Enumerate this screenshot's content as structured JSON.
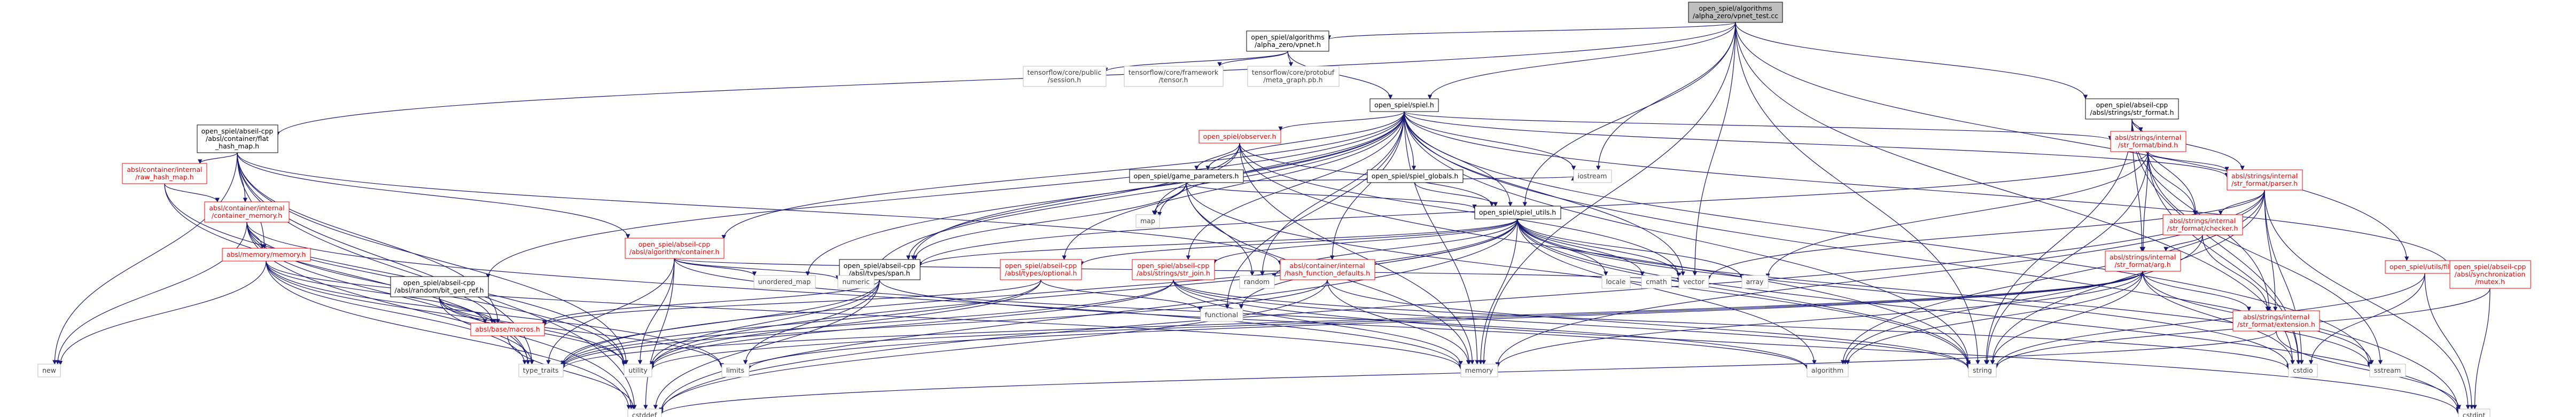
{
  "colors": {
    "edge": "#191970",
    "root_fill": "#bfbfbf",
    "root_border": "#000000",
    "node_fill": "#ffffff",
    "node_border": "#000000",
    "node_text": "#000000",
    "missing_border": "#ff0000",
    "missing_text": "#ff0000",
    "system_border": "#bfbfbf",
    "system_text": "#404040"
  },
  "nodes": [
    {
      "id": "root",
      "lines": [
        "open_spiel/algorithms",
        "/alpha_zero/vpnet_test.cc"
      ],
      "kind": "root",
      "interactable": false
    },
    {
      "id": "vpnet",
      "lines": [
        "open_spiel/algorithms",
        "/alpha_zero/vpnet.h"
      ],
      "kind": "node",
      "interactable": true
    },
    {
      "id": "tf_session",
      "lines": [
        "tensorflow/core/public",
        "/session.h"
      ],
      "kind": "system",
      "interactable": false
    },
    {
      "id": "tf_tensor",
      "lines": [
        "tensorflow/core/framework",
        "/tensor.h"
      ],
      "kind": "system",
      "interactable": false
    },
    {
      "id": "tf_metagraph",
      "lines": [
        "tensorflow/core/protobuf",
        "/meta_graph.pb.h"
      ],
      "kind": "system",
      "interactable": false
    },
    {
      "id": "spiel",
      "lines": [
        "open_spiel/spiel.h"
      ],
      "kind": "node",
      "interactable": true
    },
    {
      "id": "flat_hash_map",
      "lines": [
        "open_spiel/abseil-cpp",
        "/absl/container/flat",
        "_hash_map.h"
      ],
      "kind": "node",
      "interactable": true
    },
    {
      "id": "raw_hash_map",
      "lines": [
        "absl/container/internal",
        "/raw_hash_map.h"
      ],
      "kind": "missing",
      "interactable": false
    },
    {
      "id": "container_memory",
      "lines": [
        "absl/container/internal",
        "/container_memory.h"
      ],
      "kind": "missing",
      "interactable": false
    },
    {
      "id": "absl_memory",
      "lines": [
        "absl/memory/memory.h"
      ],
      "kind": "missing",
      "interactable": false
    },
    {
      "id": "algo_container",
      "lines": [
        "open_spiel/abseil-cpp",
        "/absl/algorithm/container.h"
      ],
      "kind": "missing",
      "interactable": false
    },
    {
      "id": "bit_gen_ref",
      "lines": [
        "open_spiel/abseil-cpp",
        "/absl/random/bit_gen_ref.h"
      ],
      "kind": "node",
      "interactable": true
    },
    {
      "id": "macros",
      "lines": [
        "absl/base/macros.h"
      ],
      "kind": "missing",
      "interactable": false
    },
    {
      "id": "observer",
      "lines": [
        "open_spiel/observer.h"
      ],
      "kind": "missing",
      "interactable": false
    },
    {
      "id": "game_parameters",
      "lines": [
        "open_spiel/game_parameters.h"
      ],
      "kind": "node",
      "interactable": true
    },
    {
      "id": "spiel_globals",
      "lines": [
        "open_spiel/spiel_globals.h"
      ],
      "kind": "node",
      "interactable": true
    },
    {
      "id": "spiel_utils",
      "lines": [
        "open_spiel/spiel_utils.h"
      ],
      "kind": "node",
      "interactable": true
    },
    {
      "id": "span",
      "lines": [
        "open_spiel/abseil-cpp",
        "/absl/types/span.h"
      ],
      "kind": "node",
      "interactable": true
    },
    {
      "id": "optional",
      "lines": [
        "open_spiel/abseil-cpp",
        "/absl/types/optional.h"
      ],
      "kind": "missing",
      "interactable": false
    },
    {
      "id": "str_join",
      "lines": [
        "open_spiel/abseil-cpp",
        "/absl/strings/str_join.h"
      ],
      "kind": "missing",
      "interactable": false
    },
    {
      "id": "hash_function_defaults",
      "lines": [
        "absl/container/internal",
        "/hash_function_defaults.h"
      ],
      "kind": "missing",
      "interactable": false
    },
    {
      "id": "str_format",
      "lines": [
        "open_spiel/abseil-cpp",
        "/absl/strings/str_format.h"
      ],
      "kind": "node",
      "interactable": true
    },
    {
      "id": "bind",
      "lines": [
        "absl/strings/internal",
        "/str_format/bind.h"
      ],
      "kind": "missing",
      "interactable": false
    },
    {
      "id": "parser",
      "lines": [
        "absl/strings/internal",
        "/str_format/parser.h"
      ],
      "kind": "missing",
      "interactable": false
    },
    {
      "id": "checker",
      "lines": [
        "absl/strings/internal",
        "/str_format/checker.h"
      ],
      "kind": "missing",
      "interactable": false
    },
    {
      "id": "arg",
      "lines": [
        "absl/strings/internal",
        "/str_format/arg.h"
      ],
      "kind": "missing",
      "interactable": false
    },
    {
      "id": "extension",
      "lines": [
        "absl/strings/internal",
        "/str_format/extension.h"
      ],
      "kind": "missing",
      "interactable": false
    },
    {
      "id": "file",
      "lines": [
        "open_spiel/utils/file.h"
      ],
      "kind": "missing",
      "interactable": false
    },
    {
      "id": "mutex",
      "lines": [
        "open_spiel/abseil-cpp",
        "/absl/synchronization",
        "/mutex.h"
      ],
      "kind": "missing",
      "interactable": false
    },
    {
      "id": "unordered_map",
      "lines": [
        "unordered_map"
      ],
      "kind": "system",
      "interactable": false
    },
    {
      "id": "numeric",
      "lines": [
        "numeric"
      ],
      "kind": "system",
      "interactable": false
    },
    {
      "id": "map",
      "lines": [
        "map"
      ],
      "kind": "system",
      "interactable": false
    },
    {
      "id": "random",
      "lines": [
        "random"
      ],
      "kind": "system",
      "interactable": false
    },
    {
      "id": "iostream",
      "lines": [
        "iostream"
      ],
      "kind": "system",
      "interactable": false
    },
    {
      "id": "vector",
      "lines": [
        "vector"
      ],
      "kind": "system",
      "interactable": false
    },
    {
      "id": "array",
      "lines": [
        "array"
      ],
      "kind": "system",
      "interactable": false
    },
    {
      "id": "locale",
      "lines": [
        "locale"
      ],
      "kind": "system",
      "interactable": false
    },
    {
      "id": "cmath",
      "lines": [
        "cmath"
      ],
      "kind": "system",
      "interactable": false
    },
    {
      "id": "new",
      "lines": [
        "new"
      ],
      "kind": "system",
      "interactable": false
    },
    {
      "id": "type_traits",
      "lines": [
        "type_traits"
      ],
      "kind": "system",
      "interactable": false
    },
    {
      "id": "utility",
      "lines": [
        "utility"
      ],
      "kind": "system",
      "interactable": false
    },
    {
      "id": "limits",
      "lines": [
        "limits"
      ],
      "kind": "system",
      "interactable": false
    },
    {
      "id": "functional",
      "lines": [
        "functional"
      ],
      "kind": "system",
      "interactable": false
    },
    {
      "id": "memory",
      "lines": [
        "memory"
      ],
      "kind": "system",
      "interactable": false
    },
    {
      "id": "algorithm",
      "lines": [
        "algorithm"
      ],
      "kind": "system",
      "interactable": false
    },
    {
      "id": "cstdio",
      "lines": [
        "cstdio"
      ],
      "kind": "system",
      "interactable": false
    },
    {
      "id": "string",
      "lines": [
        "string"
      ],
      "kind": "system",
      "interactable": false
    },
    {
      "id": "sstream",
      "lines": [
        "sstream"
      ],
      "kind": "system",
      "interactable": false
    },
    {
      "id": "cstddef",
      "lines": [
        "cstddef"
      ],
      "kind": "system",
      "interactable": false
    },
    {
      "id": "cstdint",
      "lines": [
        "cstdint"
      ],
      "kind": "system",
      "interactable": false
    }
  ],
  "edges": [
    [
      "root",
      "vpnet"
    ],
    [
      "root",
      "spiel"
    ],
    [
      "root",
      "flat_hash_map"
    ],
    [
      "root",
      "str_format"
    ],
    [
      "root",
      "file"
    ],
    [
      "root",
      "iostream"
    ],
    [
      "root",
      "vector"
    ],
    [
      "root",
      "string"
    ],
    [
      "root",
      "memory"
    ],
    [
      "root",
      "spiel_utils"
    ],
    [
      "root",
      "cstdio"
    ],
    [
      "vpnet",
      "tf_session"
    ],
    [
      "vpnet",
      "tf_tensor"
    ],
    [
      "vpnet",
      "tf_metagraph"
    ],
    [
      "vpnet",
      "spiel"
    ],
    [
      "spiel",
      "observer"
    ],
    [
      "spiel",
      "game_parameters"
    ],
    [
      "spiel",
      "spiel_globals"
    ],
    [
      "spiel",
      "spiel_utils"
    ],
    [
      "spiel",
      "algo_container"
    ],
    [
      "spiel",
      "bit_gen_ref"
    ],
    [
      "spiel",
      "span"
    ],
    [
      "spiel",
      "optional"
    ],
    [
      "spiel",
      "str_join"
    ],
    [
      "spiel",
      "hash_function_defaults"
    ],
    [
      "spiel",
      "unordered_map"
    ],
    [
      "spiel",
      "numeric"
    ],
    [
      "spiel",
      "map"
    ],
    [
      "spiel",
      "random"
    ],
    [
      "spiel",
      "iostream"
    ],
    [
      "spiel",
      "vector"
    ],
    [
      "spiel",
      "functional"
    ],
    [
      "spiel",
      "memory"
    ],
    [
      "spiel",
      "string"
    ],
    [
      "spiel",
      "bind"
    ],
    [
      "spiel",
      "parser"
    ],
    [
      "spiel",
      "mutex"
    ],
    [
      "spiel",
      "sstream"
    ],
    [
      "spiel",
      "cstdint"
    ],
    [
      "flat_hash_map",
      "raw_hash_map"
    ],
    [
      "flat_hash_map",
      "container_memory"
    ],
    [
      "flat_hash_map",
      "absl_memory"
    ],
    [
      "flat_hash_map",
      "algo_container"
    ],
    [
      "flat_hash_map",
      "macros"
    ],
    [
      "flat_hash_map",
      "new"
    ],
    [
      "flat_hash_map",
      "cstddef"
    ],
    [
      "flat_hash_map",
      "type_traits"
    ],
    [
      "flat_hash_map",
      "utility"
    ],
    [
      "flat_hash_map",
      "hash_function_defaults"
    ],
    [
      "raw_hash_map",
      "container_memory"
    ],
    [
      "raw_hash_map",
      "type_traits"
    ],
    [
      "raw_hash_map",
      "utility"
    ],
    [
      "container_memory",
      "absl_memory"
    ],
    [
      "container_memory",
      "new"
    ],
    [
      "container_memory",
      "cstddef"
    ],
    [
      "container_memory",
      "type_traits"
    ],
    [
      "container_memory",
      "utility"
    ],
    [
      "container_memory",
      "memory"
    ],
    [
      "container_memory",
      "macros"
    ],
    [
      "absl_memory",
      "new"
    ],
    [
      "absl_memory",
      "type_traits"
    ],
    [
      "absl_memory",
      "utility"
    ],
    [
      "absl_memory",
      "limits"
    ],
    [
      "absl_memory",
      "memory"
    ],
    [
      "absl_memory",
      "cstddef"
    ],
    [
      "absl_memory",
      "macros"
    ],
    [
      "algo_container",
      "unordered_map"
    ],
    [
      "algo_container",
      "numeric"
    ],
    [
      "algo_container",
      "type_traits"
    ],
    [
      "algo_container",
      "utility"
    ],
    [
      "algo_container",
      "vector"
    ],
    [
      "algo_container",
      "algorithm"
    ],
    [
      "algo_container",
      "cstddef"
    ],
    [
      "bit_gen_ref",
      "macros"
    ],
    [
      "bit_gen_ref",
      "type_traits"
    ],
    [
      "bit_gen_ref",
      "utility"
    ],
    [
      "bit_gen_ref",
      "limits"
    ],
    [
      "macros",
      "cstddef"
    ],
    [
      "observer",
      "span"
    ],
    [
      "observer",
      "game_parameters"
    ],
    [
      "observer",
      "spiel_utils"
    ],
    [
      "observer",
      "vector"
    ],
    [
      "observer",
      "memory"
    ],
    [
      "observer",
      "string"
    ],
    [
      "observer",
      "map"
    ],
    [
      "game_parameters",
      "spiel_utils"
    ],
    [
      "game_parameters",
      "map"
    ],
    [
      "game_parameters",
      "iostream"
    ],
    [
      "game_parameters",
      "string"
    ],
    [
      "game_parameters",
      "memory"
    ],
    [
      "game_parameters",
      "span"
    ],
    [
      "game_parameters",
      "random"
    ],
    [
      "spiel_globals",
      "spiel_utils"
    ],
    [
      "spiel_utils",
      "span"
    ],
    [
      "spiel_utils",
      "optional"
    ],
    [
      "spiel_utils",
      "str_join"
    ],
    [
      "spiel_utils",
      "random"
    ],
    [
      "spiel_utils",
      "locale"
    ],
    [
      "spiel_utils",
      "cmath"
    ],
    [
      "spiel_utils",
      "vector"
    ],
    [
      "spiel_utils",
      "array"
    ],
    [
      "spiel_utils",
      "string"
    ],
    [
      "spiel_utils",
      "sstream"
    ],
    [
      "spiel_utils",
      "memory"
    ],
    [
      "spiel_utils",
      "cstdint"
    ],
    [
      "spiel_utils",
      "algorithm"
    ],
    [
      "spiel_utils",
      "cstddef"
    ],
    [
      "spiel_utils",
      "utility"
    ],
    [
      "spiel_utils",
      "type_traits"
    ],
    [
      "spiel_utils",
      "cstdio"
    ],
    [
      "spiel_utils",
      "functional"
    ],
    [
      "span",
      "macros"
    ],
    [
      "span",
      "type_traits"
    ],
    [
      "span",
      "utility"
    ],
    [
      "span",
      "cstddef"
    ],
    [
      "span",
      "algorithm"
    ],
    [
      "span",
      "limits"
    ],
    [
      "optional",
      "functional"
    ],
    [
      "optional",
      "utility"
    ],
    [
      "optional",
      "type_traits"
    ],
    [
      "optional",
      "macros"
    ],
    [
      "str_join",
      "string"
    ],
    [
      "str_join",
      "utility"
    ],
    [
      "str_join",
      "type_traits"
    ],
    [
      "str_join",
      "memory"
    ],
    [
      "str_join",
      "cstdint"
    ],
    [
      "str_join",
      "cstdio"
    ],
    [
      "hash_function_defaults",
      "memory"
    ],
    [
      "hash_function_defaults",
      "type_traits"
    ],
    [
      "hash_function_defaults",
      "cstddef"
    ],
    [
      "hash_function_defaults",
      "string"
    ],
    [
      "str_format",
      "bind"
    ],
    [
      "str_format",
      "parser"
    ],
    [
      "str_format",
      "checker"
    ],
    [
      "str_format",
      "arg"
    ],
    [
      "str_format",
      "extension"
    ],
    [
      "str_format",
      "cstdio"
    ],
    [
      "str_format",
      "string"
    ],
    [
      "bind",
      "parser"
    ],
    [
      "bind",
      "checker"
    ],
    [
      "bind",
      "arg"
    ],
    [
      "bind",
      "array"
    ],
    [
      "bind",
      "string"
    ],
    [
      "bind",
      "cstdio"
    ],
    [
      "bind",
      "sstream"
    ],
    [
      "bind",
      "span"
    ],
    [
      "parser",
      "checker"
    ],
    [
      "parser",
      "extension"
    ],
    [
      "parser",
      "vector"
    ],
    [
      "parser",
      "string"
    ],
    [
      "parser",
      "cstdint"
    ],
    [
      "parser",
      "cstddef"
    ],
    [
      "parser",
      "cstdio"
    ],
    [
      "parser",
      "algorithm"
    ],
    [
      "parser",
      "memory"
    ],
    [
      "checker",
      "arg"
    ],
    [
      "checker",
      "extension"
    ],
    [
      "checker",
      "algorithm"
    ],
    [
      "arg",
      "extension"
    ],
    [
      "arg",
      "string"
    ],
    [
      "arg",
      "type_traits"
    ],
    [
      "arg",
      "utility"
    ],
    [
      "arg",
      "cstdio"
    ],
    [
      "arg",
      "memory"
    ],
    [
      "arg",
      "sstream"
    ],
    [
      "arg",
      "limits"
    ],
    [
      "arg",
      "algorithm"
    ],
    [
      "extension",
      "cstddef"
    ],
    [
      "extension",
      "cstdint"
    ],
    [
      "file",
      "string"
    ],
    [
      "file",
      "cstdint"
    ],
    [
      "file",
      "cstdio"
    ],
    [
      "mutex",
      "string"
    ],
    [
      "mutex",
      "cstdint"
    ]
  ]
}
